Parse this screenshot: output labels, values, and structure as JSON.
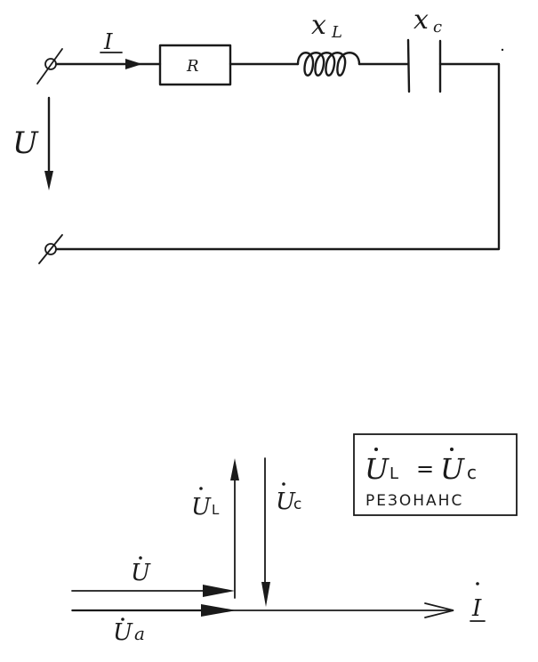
{
  "circuit": {
    "current_label": "I",
    "resistor_label": "R",
    "inductor_label": "x",
    "inductor_sub": "L",
    "capacitor_label": "x",
    "capacitor_sub": "c",
    "voltage_label": "U"
  },
  "phasor_diagram": {
    "u_label": "U",
    "ua_label": "U",
    "ua_sub": "a",
    "ul_label": "U",
    "ul_sub": "L",
    "uc_label": "U",
    "uc_sub": "c",
    "current_label": "I"
  },
  "note_box": {
    "equation_left": "U",
    "equation_left_sub": "L",
    "equation_sign": "=",
    "equation_right": "U",
    "equation_right_sub": "c",
    "caption": "РЕЗОНАНС"
  }
}
